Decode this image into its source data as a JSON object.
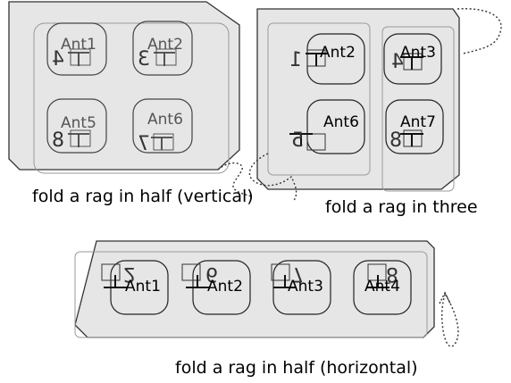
{
  "captions": {
    "vertical": "fold a rag in half (vertical)",
    "three": "fold a rag in three",
    "horizontal": "fold a rag in half (horizontal)"
  },
  "panel_vertical": {
    "antennas": [
      {
        "label": "Ant1",
        "glyph": "4"
      },
      {
        "label": "Ant2",
        "glyph": "3"
      },
      {
        "label": "Ant5",
        "glyph": "8"
      },
      {
        "label": "Ant6",
        "glyph": "7"
      }
    ]
  },
  "panel_three": {
    "antennas": [
      {
        "label": "Ant2",
        "glyph": "1"
      },
      {
        "label": "Ant3",
        "glyph": "4"
      },
      {
        "label": "Ant6",
        "glyph": "5"
      },
      {
        "label": "Ant7",
        "glyph": "8"
      }
    ]
  },
  "panel_horizontal": {
    "antennas": [
      {
        "label": "Ant1",
        "glyph": "2"
      },
      {
        "label": "Ant2",
        "glyph": "6"
      },
      {
        "label": "Ant3",
        "glyph": "7"
      },
      {
        "label": "Ant4",
        "glyph": "8"
      }
    ]
  },
  "colors": {
    "panel_fill": "#e6e6e6",
    "outline": "#333333",
    "ghost_outline": "#999999",
    "label_gray": "#555555"
  }
}
